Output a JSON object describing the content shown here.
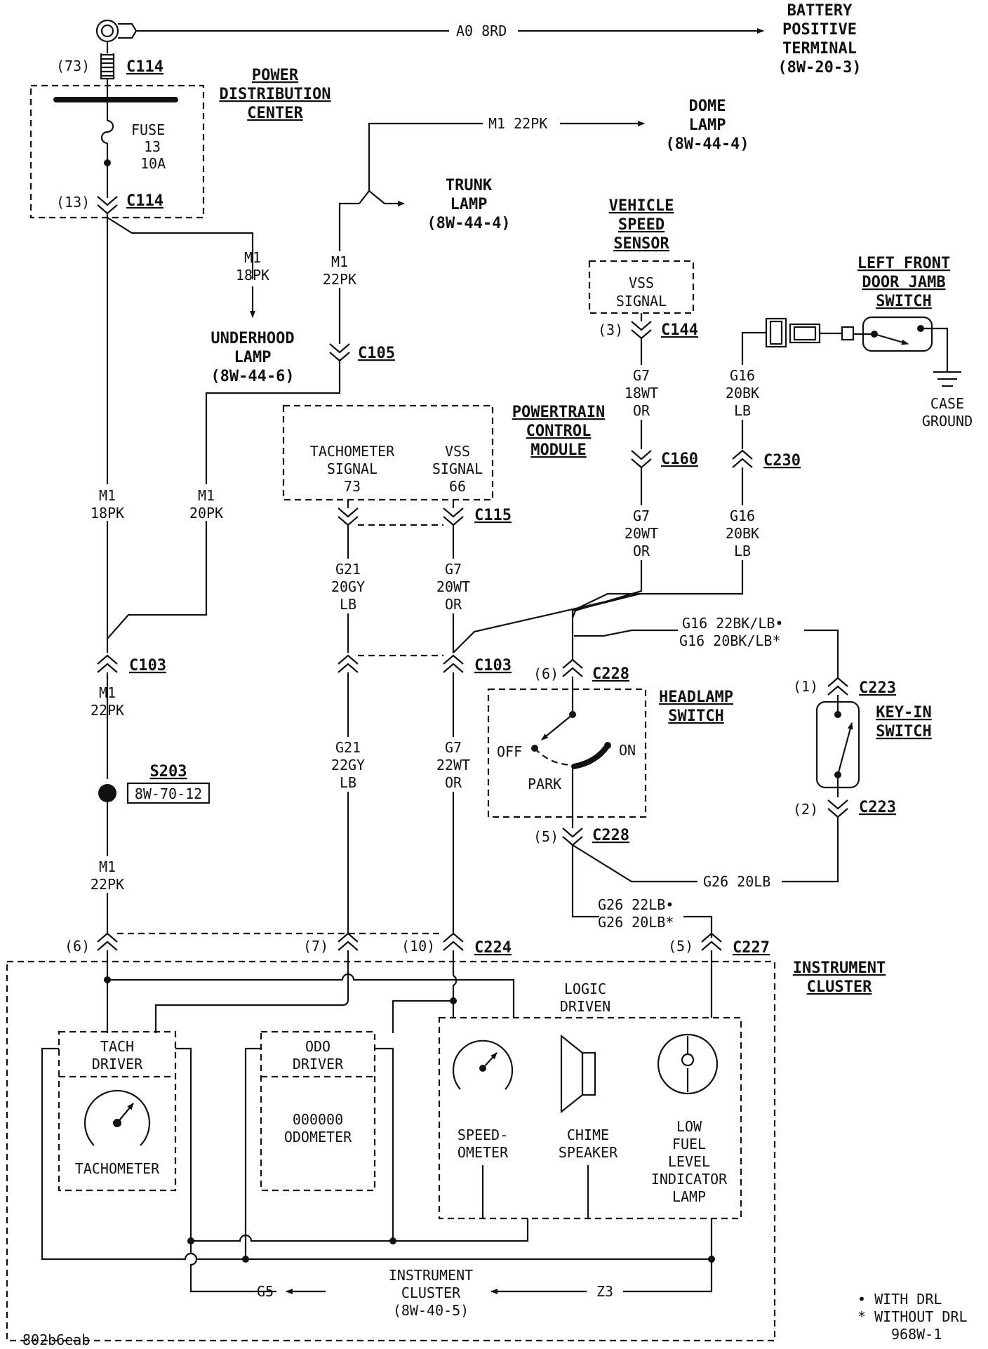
{
  "battery": {
    "label": [
      "BATTERY",
      "POSITIVE",
      "TERMINAL",
      "(8W-20-3)"
    ],
    "wire": "A0 8RD"
  },
  "pdc": {
    "title": [
      "POWER",
      "DISTRIBUTION",
      "CENTER"
    ],
    "fuse": [
      "FUSE",
      "13",
      "10A"
    ],
    "pin_top": "(73)",
    "pin_bottom": "(13)",
    "connector": "C114"
  },
  "dome": {
    "wire": "M1 22PK",
    "label": [
      "DOME",
      "LAMP",
      "(8W-44-4)"
    ]
  },
  "trunk": {
    "label": [
      "TRUNK",
      "LAMP",
      "(8W-44-4)"
    ],
    "wire": [
      "M1",
      "22PK"
    ]
  },
  "underhood": {
    "wire": [
      "M1",
      "18PK"
    ],
    "label": [
      "UNDERHOOD",
      "LAMP",
      "(8W-44-6)"
    ]
  },
  "c105": "C105",
  "vss": {
    "title": [
      "VEHICLE",
      "SPEED",
      "SENSOR"
    ],
    "box": [
      "VSS",
      "SIGNAL"
    ],
    "pin": "(3)",
    "connector": "C144"
  },
  "door_switch": {
    "title": [
      "LEFT FRONT",
      "DOOR JAMB",
      "SWITCH"
    ],
    "ground": [
      "CASE",
      "GROUND"
    ]
  },
  "pcm": {
    "title": [
      "POWERTRAIN",
      "CONTROL",
      "MODULE"
    ],
    "tach": [
      "TACHOMETER",
      "SIGNAL",
      "73"
    ],
    "vss": [
      "VSS",
      "SIGNAL",
      "66"
    ],
    "connector": "C115"
  },
  "wires": {
    "m1_18pk": [
      "M1",
      "18PK"
    ],
    "m1_20pk": [
      "M1",
      "20PK"
    ],
    "m1_22pk_a": [
      "M1",
      "22PK"
    ],
    "m1_22pk_b": [
      "M1",
      "22PK"
    ],
    "g7_18wt": [
      "G7",
      "18WT",
      "OR"
    ],
    "g7_20wt_a": [
      "G7",
      "20WT",
      "OR"
    ],
    "g7_20wt_b": [
      "G7",
      "20WT",
      "OR"
    ],
    "g7_22wt": [
      "G7",
      "22WT",
      "OR"
    ],
    "g16_a": [
      "G16",
      "20BK",
      "LB"
    ],
    "g16_b": [
      "G16",
      "20BK",
      "LB"
    ],
    "g16_alt": [
      "G16 22BK/LB•",
      "G16 20BK/LB*"
    ],
    "g21_20gy": [
      "G21",
      "20GY",
      "LB"
    ],
    "g21_22gy": [
      "G21",
      "22GY",
      "LB"
    ],
    "g26_20lb": "G26 20LB",
    "g26_alt": [
      "G26 22LB•",
      "G26 20LB*"
    ],
    "g5": "G5",
    "z3": "Z3"
  },
  "connectors": {
    "c160": "C160",
    "c230": "C230",
    "c103": "C103",
    "c228": "C228",
    "c223": "C223",
    "c224": "C224",
    "c227": "C227",
    "s203": "S203",
    "s203_ref": "8W-70-12"
  },
  "headlamp": {
    "title": [
      "HEADLAMP",
      "SWITCH"
    ],
    "off": "OFF",
    "on": "ON",
    "park": "PARK",
    "pin_top": "(6)",
    "pin_bottom": "(5)"
  },
  "keyin": {
    "title": [
      "KEY-IN",
      "SWITCH"
    ],
    "pin_top": "(1)",
    "pin_bottom": "(2)"
  },
  "cluster": {
    "title": [
      "INSTRUMENT",
      "CLUSTER"
    ],
    "pins": [
      "(6)",
      "(7)",
      "(10)",
      "(5)"
    ],
    "logic": [
      "LOGIC",
      "DRIVEN"
    ],
    "tach_driver": [
      "TACH",
      "DRIVER"
    ],
    "tachometer": "TACHOMETER",
    "odo_driver": [
      "ODO",
      "DRIVER"
    ],
    "odometer": [
      "000000",
      "ODOMETER"
    ],
    "speedometer": [
      "SPEED-",
      "OMETER"
    ],
    "chime": [
      "CHIME",
      "SPEAKER"
    ],
    "lamp": [
      "LOW",
      "FUEL",
      "LEVEL",
      "INDICATOR",
      "LAMP"
    ],
    "ref": [
      "INSTRUMENT",
      "CLUSTER",
      "(8W-40-5)"
    ]
  },
  "legend": [
    "• WITH DRL",
    "* WITHOUT DRL",
    "968W-1"
  ],
  "image_code": "802b6eab"
}
